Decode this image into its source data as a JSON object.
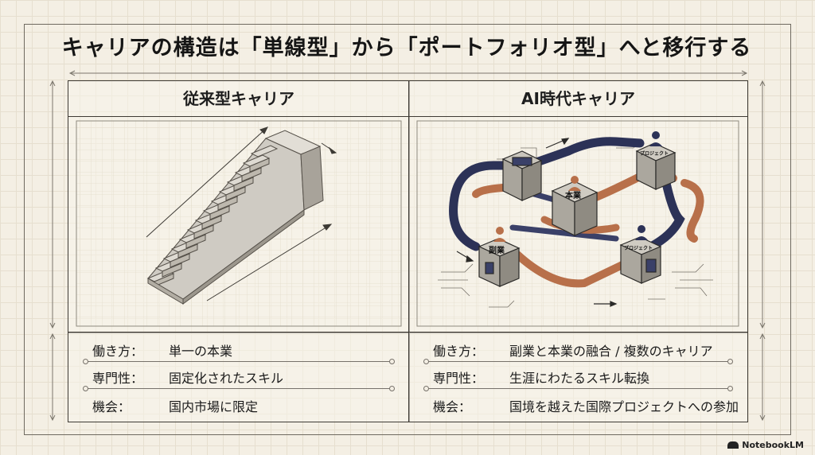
{
  "title": "キャリアの構造は「単線型」から「ポートフォリオ型」へと移行する",
  "left": {
    "header": "従来型キャリア",
    "rows": [
      {
        "label": "働き方：",
        "value": "単一の本業"
      },
      {
        "label": "専門性：",
        "value": "固定化されたスキル"
      },
      {
        "label": "機会：",
        "value": "国内市場に限定"
      }
    ]
  },
  "right": {
    "header": "AI時代キャリア",
    "nodes": {
      "main": "本業",
      "side": "副業",
      "project1": "プロジェクト",
      "project2": "プロジェクト"
    },
    "rows": [
      {
        "label": "働き方：",
        "value": "副業と本業の融合 / 複数のキャリア"
      },
      {
        "label": "専門性：",
        "value": "生涯にわたるスキル転換"
      },
      {
        "label": "機会：",
        "value": "国境を越えた国際プロジェクトへの参加"
      }
    ]
  },
  "brand": "NotebookLM",
  "colors": {
    "background": "#f4efe4",
    "pipe_navy": "#2c3257",
    "pipe_copper": "#b8704a",
    "ink": "#1e1e1e"
  }
}
